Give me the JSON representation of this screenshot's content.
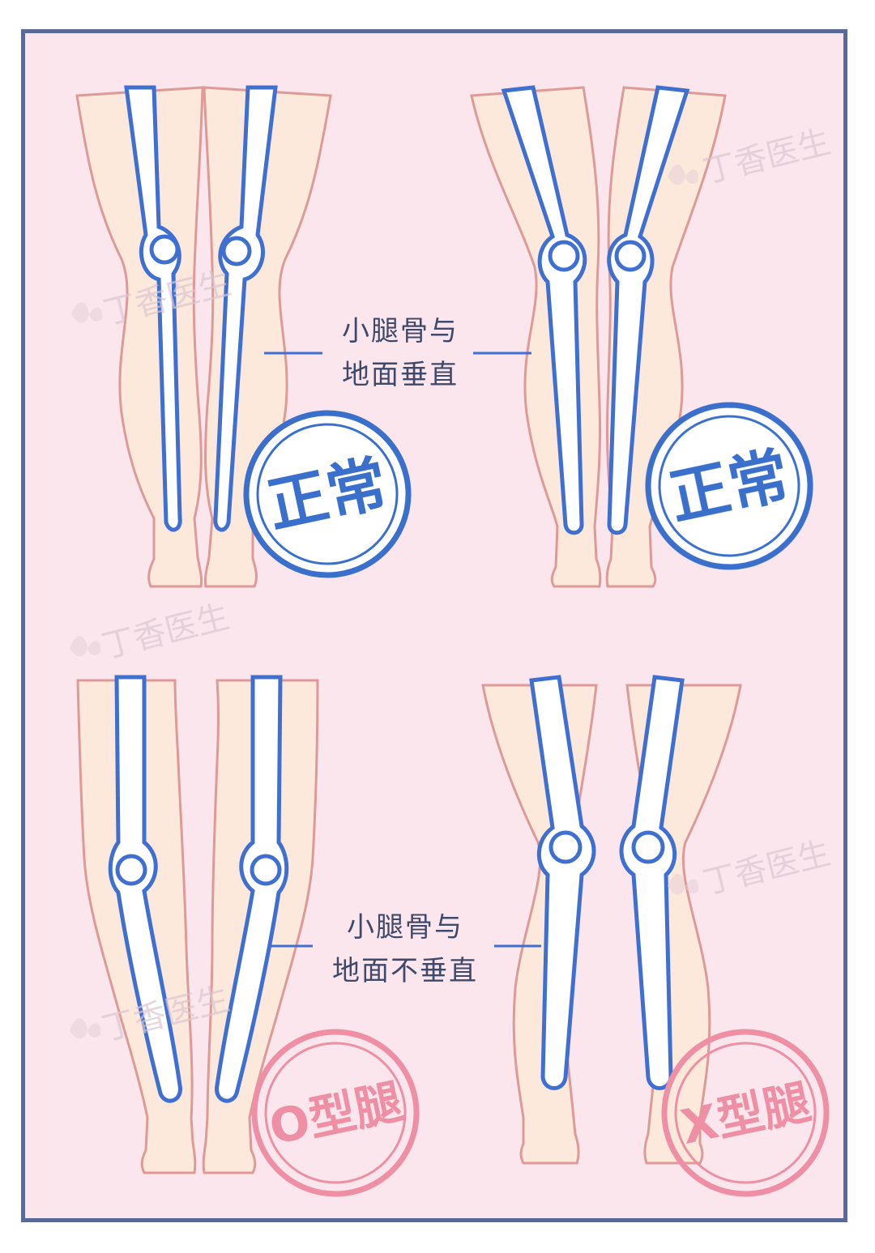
{
  "captions": {
    "top": {
      "line1": "小腿骨与",
      "line2": "地面垂直"
    },
    "bottom": {
      "line1": "小腿骨与",
      "line2": "地面不垂直"
    }
  },
  "stamps": {
    "normal_left": "正常",
    "normal_right": "正常",
    "o_leg": "O型腿",
    "x_leg": "X型腿"
  },
  "watermark": "丁香医生",
  "colors": {
    "frame": "#5a6a98",
    "background": "#fbe6ee",
    "skin": "#fde8dc",
    "skin_outline": "#dd9a96",
    "bone_outline": "#3f6fd0",
    "stamp_blue": "#3a6fcc",
    "stamp_pink": "#ee8fa5"
  }
}
